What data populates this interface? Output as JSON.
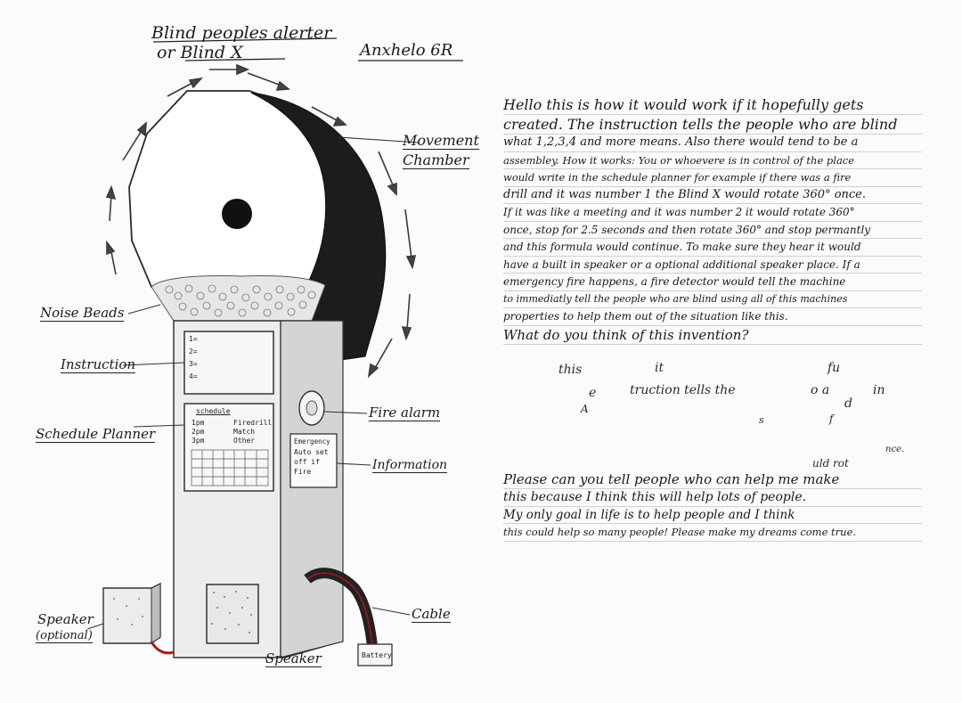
{
  "title": {
    "line1": "Blind peoples alerter",
    "line2": "or Blind X",
    "author": "Anxhelo 6R"
  },
  "labels": {
    "movement_chamber_1": "Movement",
    "movement_chamber_2": "Chamber",
    "noise_beads": "Noise Beads",
    "instruction": "Instruction",
    "schedule_planner": "Schedule Planner",
    "fire_alarm": "Fire alarm",
    "information": "Information",
    "speaker_optional_1": "Speaker",
    "speaker_optional_2": "(optional)",
    "speaker": "Speaker",
    "cable": "Cable",
    "battery": "Battery"
  },
  "instruction_box": {
    "rows": [
      "1=",
      "2=",
      "3=",
      "4="
    ]
  },
  "schedule_box": {
    "heading": "schedule",
    "col1": [
      "1pm",
      "2pm",
      "3pm"
    ],
    "col2": [
      "Firedrill",
      "Match",
      "Other"
    ]
  },
  "info_box": {
    "lines": [
      "Emergency",
      "Auto set",
      "off if",
      "Fire"
    ]
  },
  "description": {
    "lines": [
      "Hello this is how it would work if it hopefully gets",
      "created. The instruction tells the people who are blind",
      "what 1,2,3,4 and more means. Also there would tend to be a",
      "assembley. How it works: You or whoevere is in control of the place",
      "would write in the schedule planner for example if there was a fire",
      "drill and it was number 1 the Blind X would rotate 360° once.",
      "If it was like a meeting and it was number 2 it would rotate 360°",
      "once, stop for 2.5 seconds and then rotate 360° and stop permantly",
      "and this formula would continue. To make sure they hear it would",
      "have a built in speaker or a optional additional speaker place. If a",
      "emergency fire happens, a fire detector would tell the machine",
      "to immediatly tell the people who are blind using all of this machines",
      "properties to help them out of the situation like this.",
      "What do you think of this invention?"
    ]
  },
  "ghost_text": {
    "g1": "this",
    "g2": "it",
    "g3": "fu",
    "g4": "e",
    "g5": "truction tells the",
    "g6": "o a",
    "g7": "in",
    "g8": "A",
    "g9": "d",
    "g10": "s",
    "g11": "f",
    "g12": "nce.",
    "g13": "uld rot"
  },
  "closing": {
    "lines": [
      "Please can you tell people who can help me make",
      "this because I think this will help lots of people.",
      "My only goal in life is to help people and I think",
      "this could help so many people! Please make my dreams come true."
    ]
  }
}
